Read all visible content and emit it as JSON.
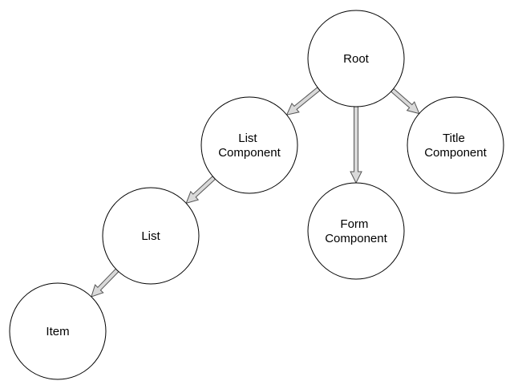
{
  "diagram": {
    "nodes": {
      "root": {
        "lines": [
          "Root"
        ]
      },
      "list_component": {
        "lines": [
          "List",
          "Component"
        ]
      },
      "form_component": {
        "lines": [
          "Form",
          "Component"
        ]
      },
      "title_component": {
        "lines": [
          "Title",
          "Component"
        ]
      },
      "list": {
        "lines": [
          "List"
        ]
      },
      "item": {
        "lines": [
          "Item"
        ]
      }
    },
    "edges": [
      {
        "from": "root",
        "to": "list_component"
      },
      {
        "from": "root",
        "to": "form_component"
      },
      {
        "from": "root",
        "to": "title_component"
      },
      {
        "from": "list_component",
        "to": "list"
      },
      {
        "from": "list",
        "to": "item"
      }
    ],
    "colors": {
      "node_fill": "#ffffff",
      "node_stroke": "#000000",
      "arrow_fill": "#d9d9d9",
      "arrow_stroke": "#555555"
    }
  }
}
